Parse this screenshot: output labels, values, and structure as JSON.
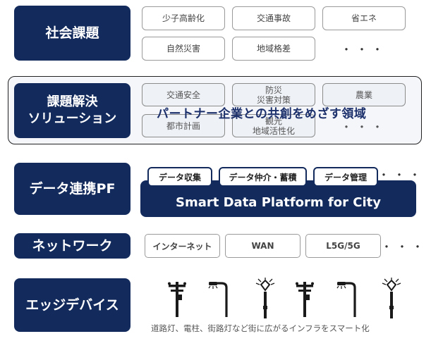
{
  "layers": {
    "social": "社会課題",
    "solution": "課題解決\nソリューション",
    "platform": "データ連携PF",
    "network": "ネットワーク",
    "edge": "エッジデバイス"
  },
  "social_issues": [
    "少子高齢化",
    "交通事故",
    "省エネ",
    "自然災害",
    "地域格差"
  ],
  "social_more": "・・・",
  "solutions": [
    "交通安全",
    "防災\n災害対策",
    "農業",
    "都市計画",
    "観光\n地域活性化"
  ],
  "solutions_more": "・・・",
  "solution_overlay": "パートナー企業との共創をめざす領域",
  "platform": {
    "name": "Smart Data Platform for City",
    "functions": [
      "データ収集",
      "データ仲介・蓄積",
      "データ管理"
    ],
    "more": "・・・"
  },
  "network": {
    "items": [
      "インターネット",
      "WAN",
      "L5G/5G"
    ],
    "more": "・・・"
  },
  "edge": {
    "devices": [
      "utility-pole-icon",
      "street-light-icon",
      "smart-street-light-icon",
      "utility-pole-icon",
      "street-light-icon",
      "smart-street-light-icon"
    ],
    "caption": "道路灯、電柱、街路灯など街に広がるインフラをスマート化"
  }
}
